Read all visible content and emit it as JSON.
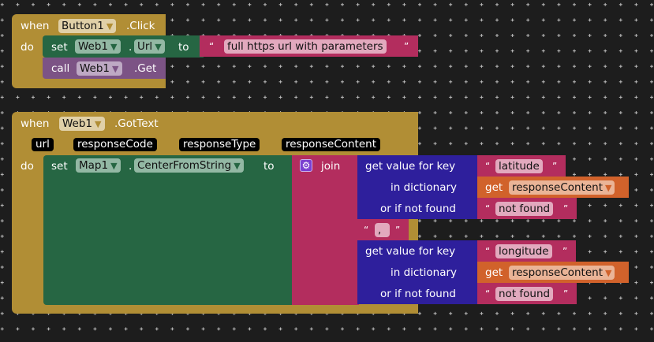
{
  "event1": {
    "when": "when",
    "component": "Button1",
    "event": ".Click",
    "do": "do",
    "set_block": {
      "set": "set",
      "component": "Web1",
      "dot": ".",
      "property": "Url",
      "to": "to",
      "value": {
        "open_quote": "“",
        "text": "full https url with parameters",
        "close_quote": "”"
      }
    },
    "call_block": {
      "call": "call",
      "component": "Web1",
      "method": ".Get"
    }
  },
  "event2": {
    "when": "when",
    "component": "Web1",
    "event": ".GotText",
    "do": "do",
    "params": [
      "url",
      "responseCode",
      "responseType",
      "responseContent"
    ],
    "set_block": {
      "set": "set",
      "component": "Map1",
      "dot": ".",
      "property": "CenterFromString",
      "to": "to"
    },
    "join": {
      "label": "join",
      "icon": "gear-icon"
    },
    "dict_lookup_1": {
      "label_key": "get value for key",
      "label_dict": "in dictionary",
      "label_notfound": "or if not found",
      "key": "latitude",
      "get": "get",
      "var": "responseContent",
      "notfound": "not found"
    },
    "separator": ",",
    "dict_lookup_2": {
      "label_key": "get value for key",
      "label_dict": "in dictionary",
      "label_notfound": "or if not found",
      "key": "longitude",
      "get": "get",
      "var": "responseContent",
      "notfound": "not found"
    },
    "quote_open": "“",
    "quote_close": "”"
  },
  "colors": {
    "event": "#b18e35",
    "setter": "#266643",
    "call": "#7c5385",
    "text": "#b32d5e",
    "dictionary": "#2e1f9c",
    "variable": "#d1622b",
    "background": "#1d1d1d"
  }
}
